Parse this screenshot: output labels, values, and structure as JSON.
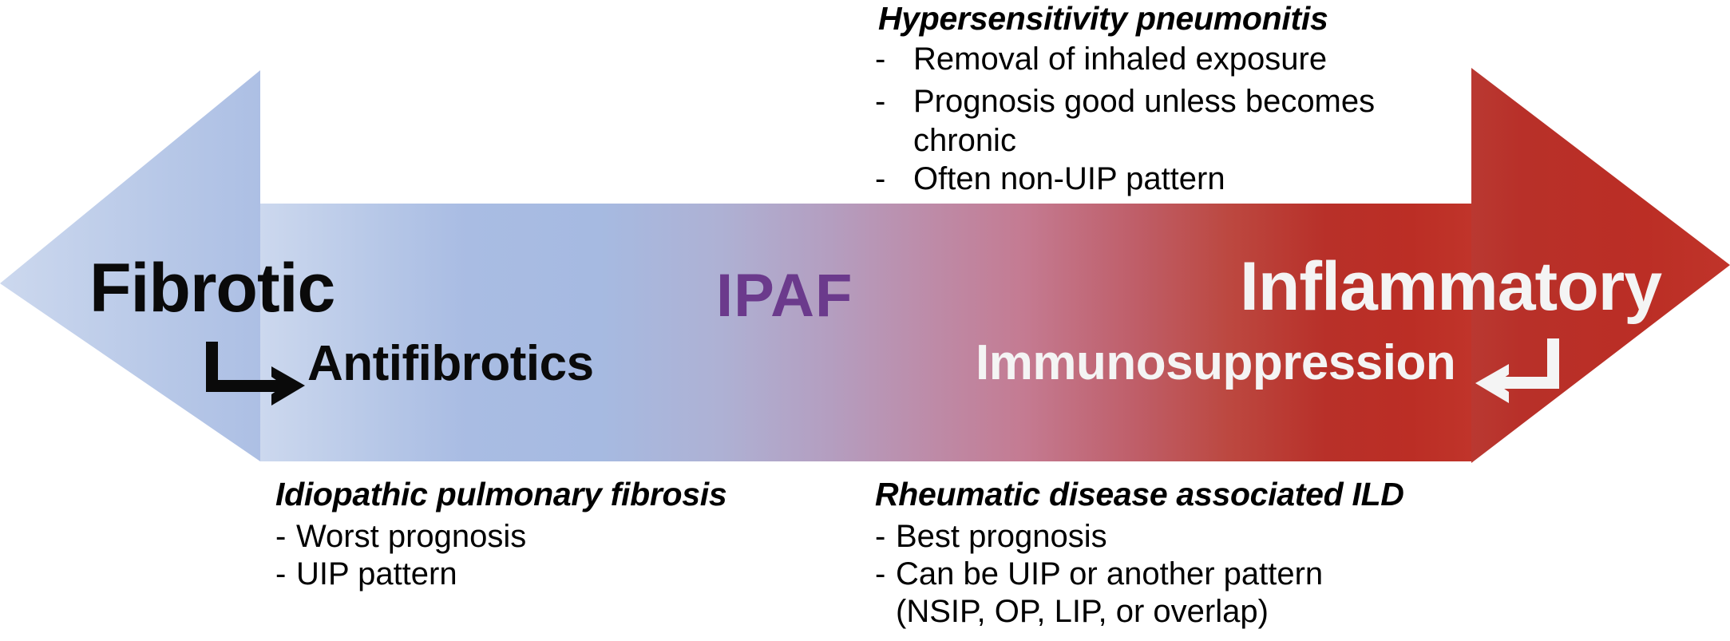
{
  "diagram": {
    "type": "double-headed-spectrum-arrow",
    "colors": {
      "fibrotic_tip": "#ccd8ee",
      "fibrotic_shaft": "#a4b9e0",
      "midpoint_mauve": "#b49ec0",
      "inflammatory_shaft": "#b52b24",
      "inflammatory_tip": "#c0342a",
      "ipaf_text": "#6b3a8c",
      "light_text": "#f4f4f4",
      "dark_text": "#0a0a0a"
    },
    "poles": {
      "left_label": "Fibrotic",
      "right_label": "Inflammatory",
      "center_label": "IPAF"
    },
    "treatments": {
      "left_label": "Antifibrotics",
      "right_label": "Immunosuppression"
    },
    "icons": {
      "left_elbow": "elbow-arrow-right-icon",
      "right_elbow": "elbow-arrow-left-icon"
    }
  },
  "notes": {
    "hypersensitivity_pneumonitis": {
      "title": "Hypersensitivity pneumonitis",
      "items": [
        {
          "dash": "-",
          "text": "Removal of inhaled exposure"
        },
        {
          "dash": "-",
          "text": "Prognosis good unless becomes"
        },
        {
          "dash": "-",
          "text": "Often non-UIP pattern"
        }
      ],
      "continuation": "chronic"
    },
    "idiopathic_pulmonary_fibrosis": {
      "title": "Idiopathic pulmonary fibrosis",
      "items": [
        {
          "dash": "-",
          "text": "Worst prognosis"
        },
        {
          "dash": "-",
          "text": "UIP pattern"
        }
      ]
    },
    "rheumatic_disease_associated_ild": {
      "title": "Rheumatic disease associated ILD",
      "items": [
        {
          "dash": "-",
          "text": "Best prognosis"
        },
        {
          "dash": "-",
          "text": "Can be UIP or another pattern"
        }
      ],
      "continuation": "(NSIP, OP, LIP, or overlap)"
    }
  }
}
